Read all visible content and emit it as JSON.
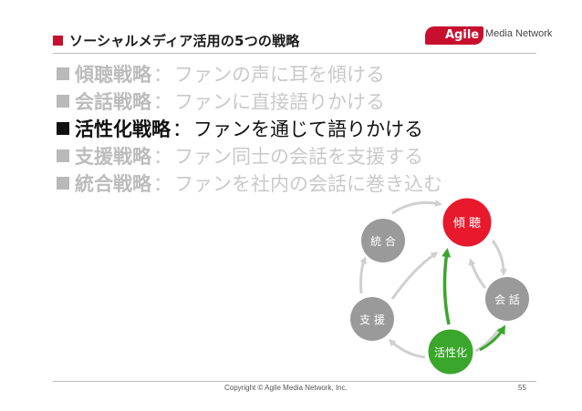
{
  "title": "ソーシャルメディア活用の5つの戦略",
  "logo": {
    "badge": "Agile",
    "text": "Media Network"
  },
  "strategies": [
    {
      "name": "傾聴戦略",
      "sep": "：",
      "desc": "ファンの声に耳を傾ける",
      "active": false
    },
    {
      "name": "会話戦略",
      "sep": "：",
      "desc": "ファンに直接語りかける",
      "active": false
    },
    {
      "name": "活性化戦略",
      "sep": "：",
      "desc": "ファンを通じて語りかける",
      "active": true
    },
    {
      "name": "支援戦略",
      "sep": "：",
      "desc": "ファン同士の会話を支援する",
      "active": false
    },
    {
      "name": "統合戦略",
      "sep": "：",
      "desc": "ファンを社内の会話に巻き込む",
      "active": false
    }
  ],
  "cycle": {
    "listen": "傾 聴",
    "converse": "会 話",
    "energize": "活性化",
    "support": "支 援",
    "integrate": "統 合",
    "colors": {
      "listen": "#e8192c",
      "energize": "#3aa62b",
      "gray": "#9a9a9a",
      "arrow_gray": "#d0d0d0",
      "arrow_green": "#3aa62b"
    }
  },
  "footer": {
    "copyright": "Copyright © Agile Media Network, Inc.",
    "page": "55"
  }
}
